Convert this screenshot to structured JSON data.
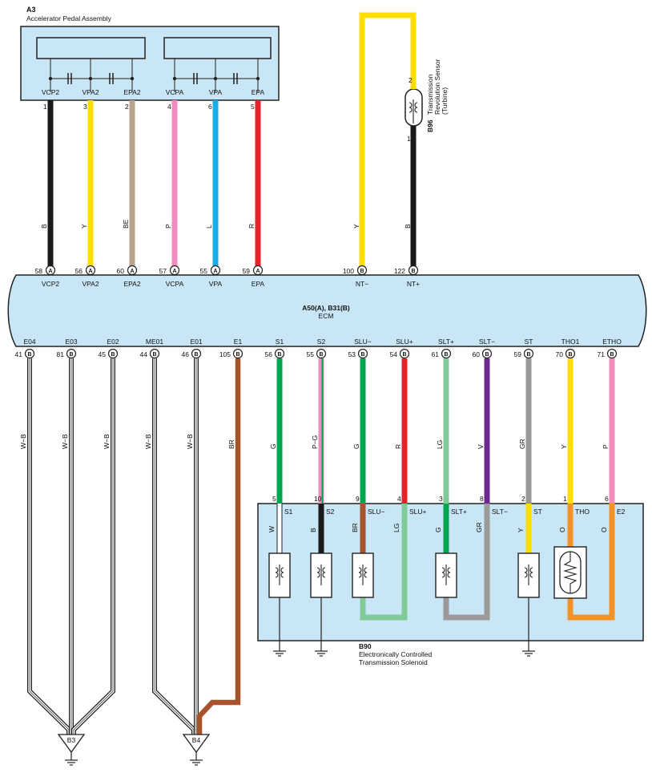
{
  "accelerator": {
    "code": "A3",
    "name": "Accelerator Pedal Assembly",
    "pins": [
      {
        "label": "VCP2",
        "num": "1",
        "color_code": "B",
        "wire_color": "#1a1a1a",
        "ecu_pin": "58",
        "ecu_conn": "A",
        "ecu_label": "VCP2"
      },
      {
        "label": "VPA2",
        "num": "3",
        "color_code": "Y",
        "wire_color": "#ffdd00",
        "ecu_pin": "56",
        "ecu_conn": "A",
        "ecu_label": "VPA2"
      },
      {
        "label": "EPA2",
        "num": "2",
        "color_code": "BE",
        "wire_color": "#b8a48a",
        "ecu_pin": "60",
        "ecu_conn": "A",
        "ecu_label": "EPA2"
      },
      {
        "label": "VCPA",
        "num": "4",
        "color_code": "P",
        "wire_color": "#f08cbe",
        "ecu_pin": "57",
        "ecu_conn": "A",
        "ecu_label": "VCPA"
      },
      {
        "label": "VPA",
        "num": "6",
        "color_code": "L",
        "wire_color": "#16aee8",
        "ecu_pin": "55",
        "ecu_conn": "A",
        "ecu_label": "VPA"
      },
      {
        "label": "EPA",
        "num": "5",
        "color_code": "R",
        "wire_color": "#e8202a",
        "ecu_pin": "59",
        "ecu_conn": "A",
        "ecu_label": "EPA"
      }
    ]
  },
  "turbine_sensor": {
    "code": "B96",
    "name_lines": [
      "Transmission",
      "Revolution Sensor",
      "(Turbine)"
    ],
    "pin_top": "2",
    "pin_bottom": "1",
    "wires": [
      {
        "color_code": "Y",
        "wire_color": "#ffdd00",
        "ecu_pin": "100",
        "ecu_conn": "B",
        "ecu_label": "NT−"
      },
      {
        "color_code": "B",
        "wire_color": "#1a1a1a",
        "ecu_pin": "122",
        "ecu_conn": "B",
        "ecu_label": "NT+"
      }
    ]
  },
  "ecm": {
    "code": "A50(A), B31(B)",
    "name": "ECM",
    "fill": "#c8e6f6",
    "bottom_pins": [
      {
        "label": "E04",
        "num": "41",
        "conn": "B"
      },
      {
        "label": "E03",
        "num": "81",
        "conn": "B"
      },
      {
        "label": "E02",
        "num": "45",
        "conn": "B"
      },
      {
        "label": "ME01",
        "num": "44",
        "conn": "B"
      },
      {
        "label": "E01",
        "num": "46",
        "conn": "B"
      },
      {
        "label": "E1",
        "num": "105",
        "conn": "B"
      },
      {
        "label": "S1",
        "num": "56",
        "conn": "B"
      },
      {
        "label": "S2",
        "num": "55",
        "conn": "B"
      },
      {
        "label": "SLU−",
        "num": "53",
        "conn": "B"
      },
      {
        "label": "SLU+",
        "num": "54",
        "conn": "B"
      },
      {
        "label": "SLT+",
        "num": "61",
        "conn": "B"
      },
      {
        "label": "SLT−",
        "num": "60",
        "conn": "B"
      },
      {
        "label": "ST",
        "num": "59",
        "conn": "B"
      },
      {
        "label": "THO1",
        "num": "70",
        "conn": "B"
      },
      {
        "label": "ETHO",
        "num": "71",
        "conn": "B"
      }
    ]
  },
  "ground_wires": [
    {
      "color_code": "W−B"
    },
    {
      "color_code": "W−B"
    },
    {
      "color_code": "W−B"
    },
    {
      "color_code": "W−B"
    },
    {
      "color_code": "W−B"
    },
    {
      "color_code": "BR",
      "wire_color": "#a8532c"
    }
  ],
  "ground_points": [
    "B3",
    "B4"
  ],
  "solenoid_wires": [
    {
      "color_code": "G",
      "wire_color": "#00a650",
      "sol_pin": "5"
    },
    {
      "color_code": "P−G",
      "wire_color": "#f08cbe",
      "wire_color2": "#00a650",
      "sol_pin": "10"
    },
    {
      "color_code": "G",
      "wire_color": "#00a650",
      "sol_pin": "9"
    },
    {
      "color_code": "R",
      "wire_color": "#e8202a",
      "sol_pin": "4"
    },
    {
      "color_code": "LG",
      "wire_color": "#7ecb98",
      "sol_pin": "3"
    },
    {
      "color_code": "V",
      "wire_color": "#6b2a91",
      "sol_pin": "8"
    },
    {
      "color_code": "GR",
      "wire_color": "#9a9a9a",
      "sol_pin": "2"
    },
    {
      "color_code": "Y",
      "wire_color": "#ffdd00",
      "sol_pin": "1"
    },
    {
      "color_code": "P",
      "wire_color": "#f08cbe",
      "sol_pin": "6"
    }
  ],
  "solenoid": {
    "code": "B90",
    "name_lines": [
      "Electronically Controlled",
      "Transmission Solenoid"
    ],
    "internal": [
      {
        "label": "S1",
        "color_code": "W",
        "wire_color": "#ffffff"
      },
      {
        "label": "S2",
        "color_code": "B",
        "wire_color": "#1a1a1a"
      },
      {
        "label": "SLU−",
        "color_code": "BR",
        "wire_color": "#a8532c"
      },
      {
        "label": "SLU+",
        "color_code": "LG",
        "wire_color": "#7ecb98"
      },
      {
        "label": "SLT+",
        "color_code": "G",
        "wire_color": "#00a650"
      },
      {
        "label": "SLT−",
        "color_code": "GR",
        "wire_color": "#9a9a9a"
      },
      {
        "label": "ST",
        "color_code": "Y",
        "wire_color": "#ffdd00"
      },
      {
        "label": "THO",
        "color_code": "O",
        "wire_color": "#f39325"
      },
      {
        "label": "E2",
        "color_code": "O",
        "wire_color": "#f39325"
      }
    ]
  }
}
